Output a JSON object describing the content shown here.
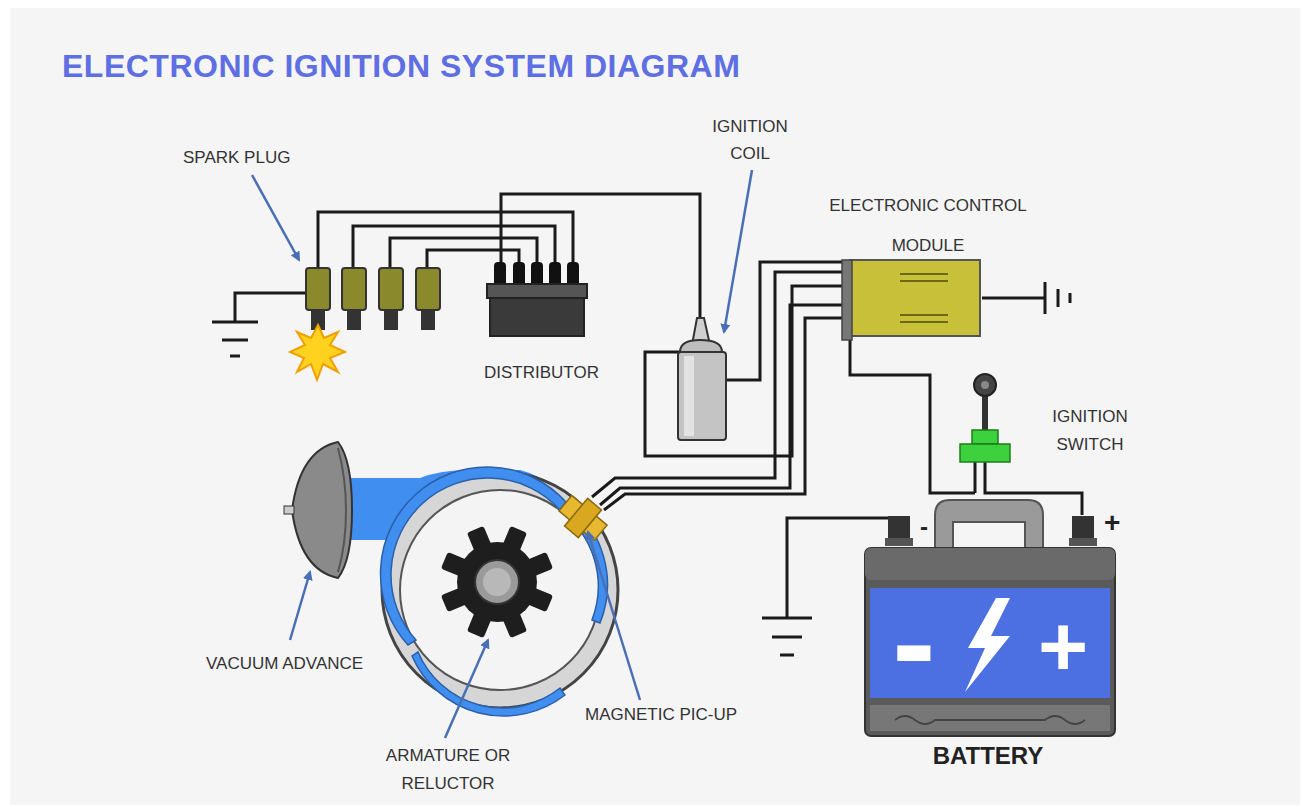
{
  "diagram": {
    "title": "ELECTRONIC IGNITION SYSTEM DIAGRAM",
    "labels": [
      "SPARK PLUG",
      "IGNITION COIL",
      "ELECTRONIC CONTROL MODULE",
      "DISTRIBUTOR",
      "IGNITION SWITCH",
      "VACUUM ADVANCE",
      "MAGNETIC PIC-UP",
      "ARMATURE OR RELUCTOR",
      "-",
      "+",
      "-",
      "+",
      "BATTERY"
    ]
  }
}
